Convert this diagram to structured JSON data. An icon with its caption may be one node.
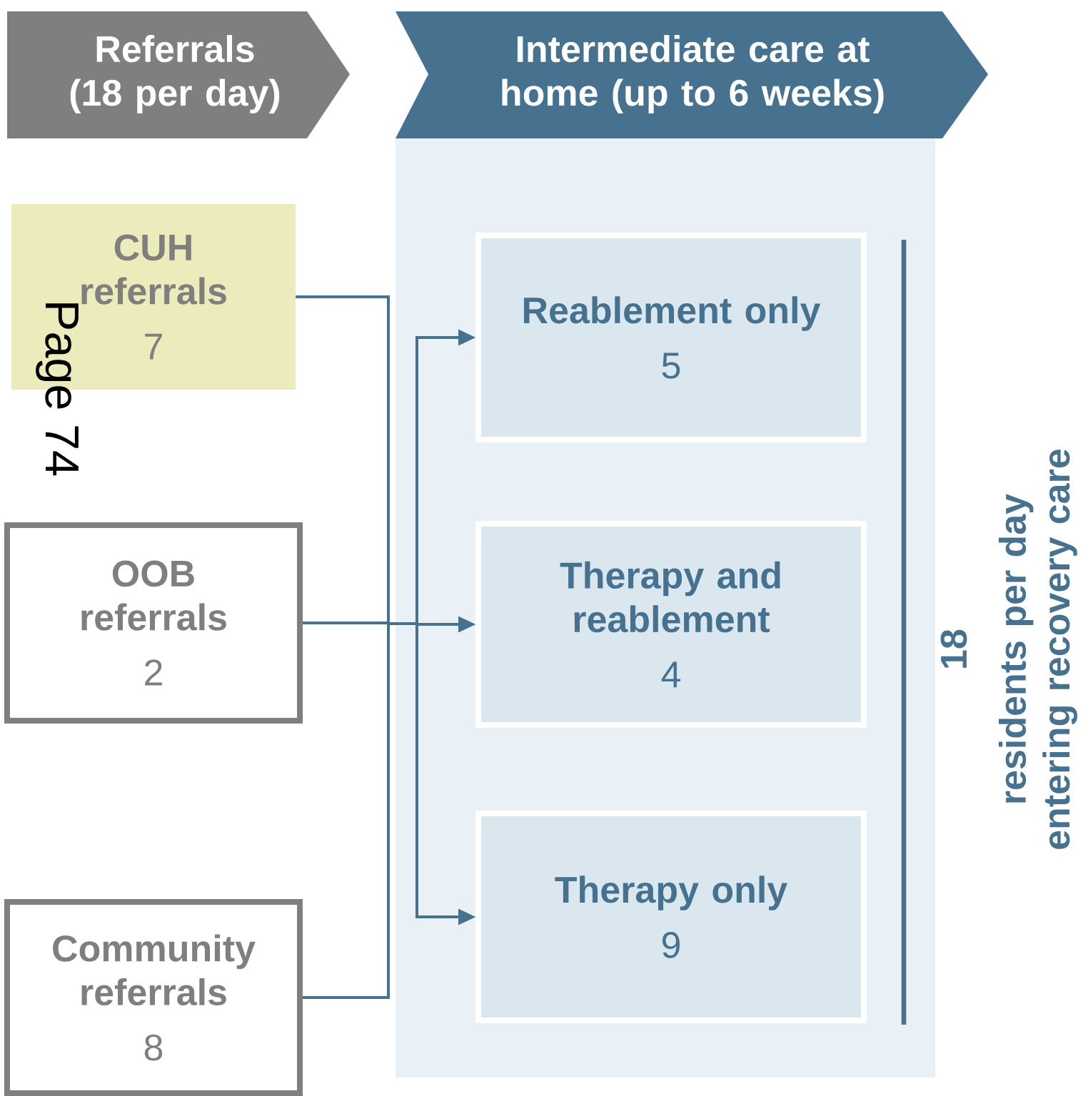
{
  "diagram": {
    "nodes": [
      {
        "text": [
          "Referrals (18 per day)"
        ]
      },
      {
        "text": [
          "Intermediate care at home (up to 6 weeks)"
        ]
      },
      {
        "text": [],
        "shape": "box"
      },
      {
        "text": [
          "CUH referrals",
          "7"
        ]
      },
      {
        "text": [
          "OOB referrals",
          "2"
        ]
      },
      {
        "text": [
          "Community referrals",
          "8"
        ]
      },
      {
        "text": [
          "Reablement only",
          "5"
        ],
        "in": 2
      },
      {
        "text": [
          "Therapy and reablement",
          "4"
        ],
        "in": 2
      },
      {
        "text": [
          "Therapy only",
          "9"
        ],
        "in": 2
      }
    ],
    "edges": [
      {
        "from": 3,
        "to": 6,
        "arrow": "to"
      },
      {
        "from": 3,
        "to": 7,
        "arrow": "to"
      },
      {
        "from": 3,
        "to": 8,
        "arrow": "to"
      },
      {
        "from": 4,
        "to": 6,
        "arrow": "to"
      },
      {
        "from": 4,
        "to": 7,
        "arrow": "to"
      },
      {
        "from": 4,
        "to": 8,
        "arrow": "to"
      },
      {
        "from": 5,
        "to": 6,
        "arrow": "to"
      },
      {
        "from": 5,
        "to": 7,
        "arrow": "to"
      },
      {
        "from": 5,
        "to": 8,
        "arrow": "to"
      }
    ],
    "labels": [
      "Page 74",
      "18",
      "residents per day entering recovery care"
    ]
  }
}
